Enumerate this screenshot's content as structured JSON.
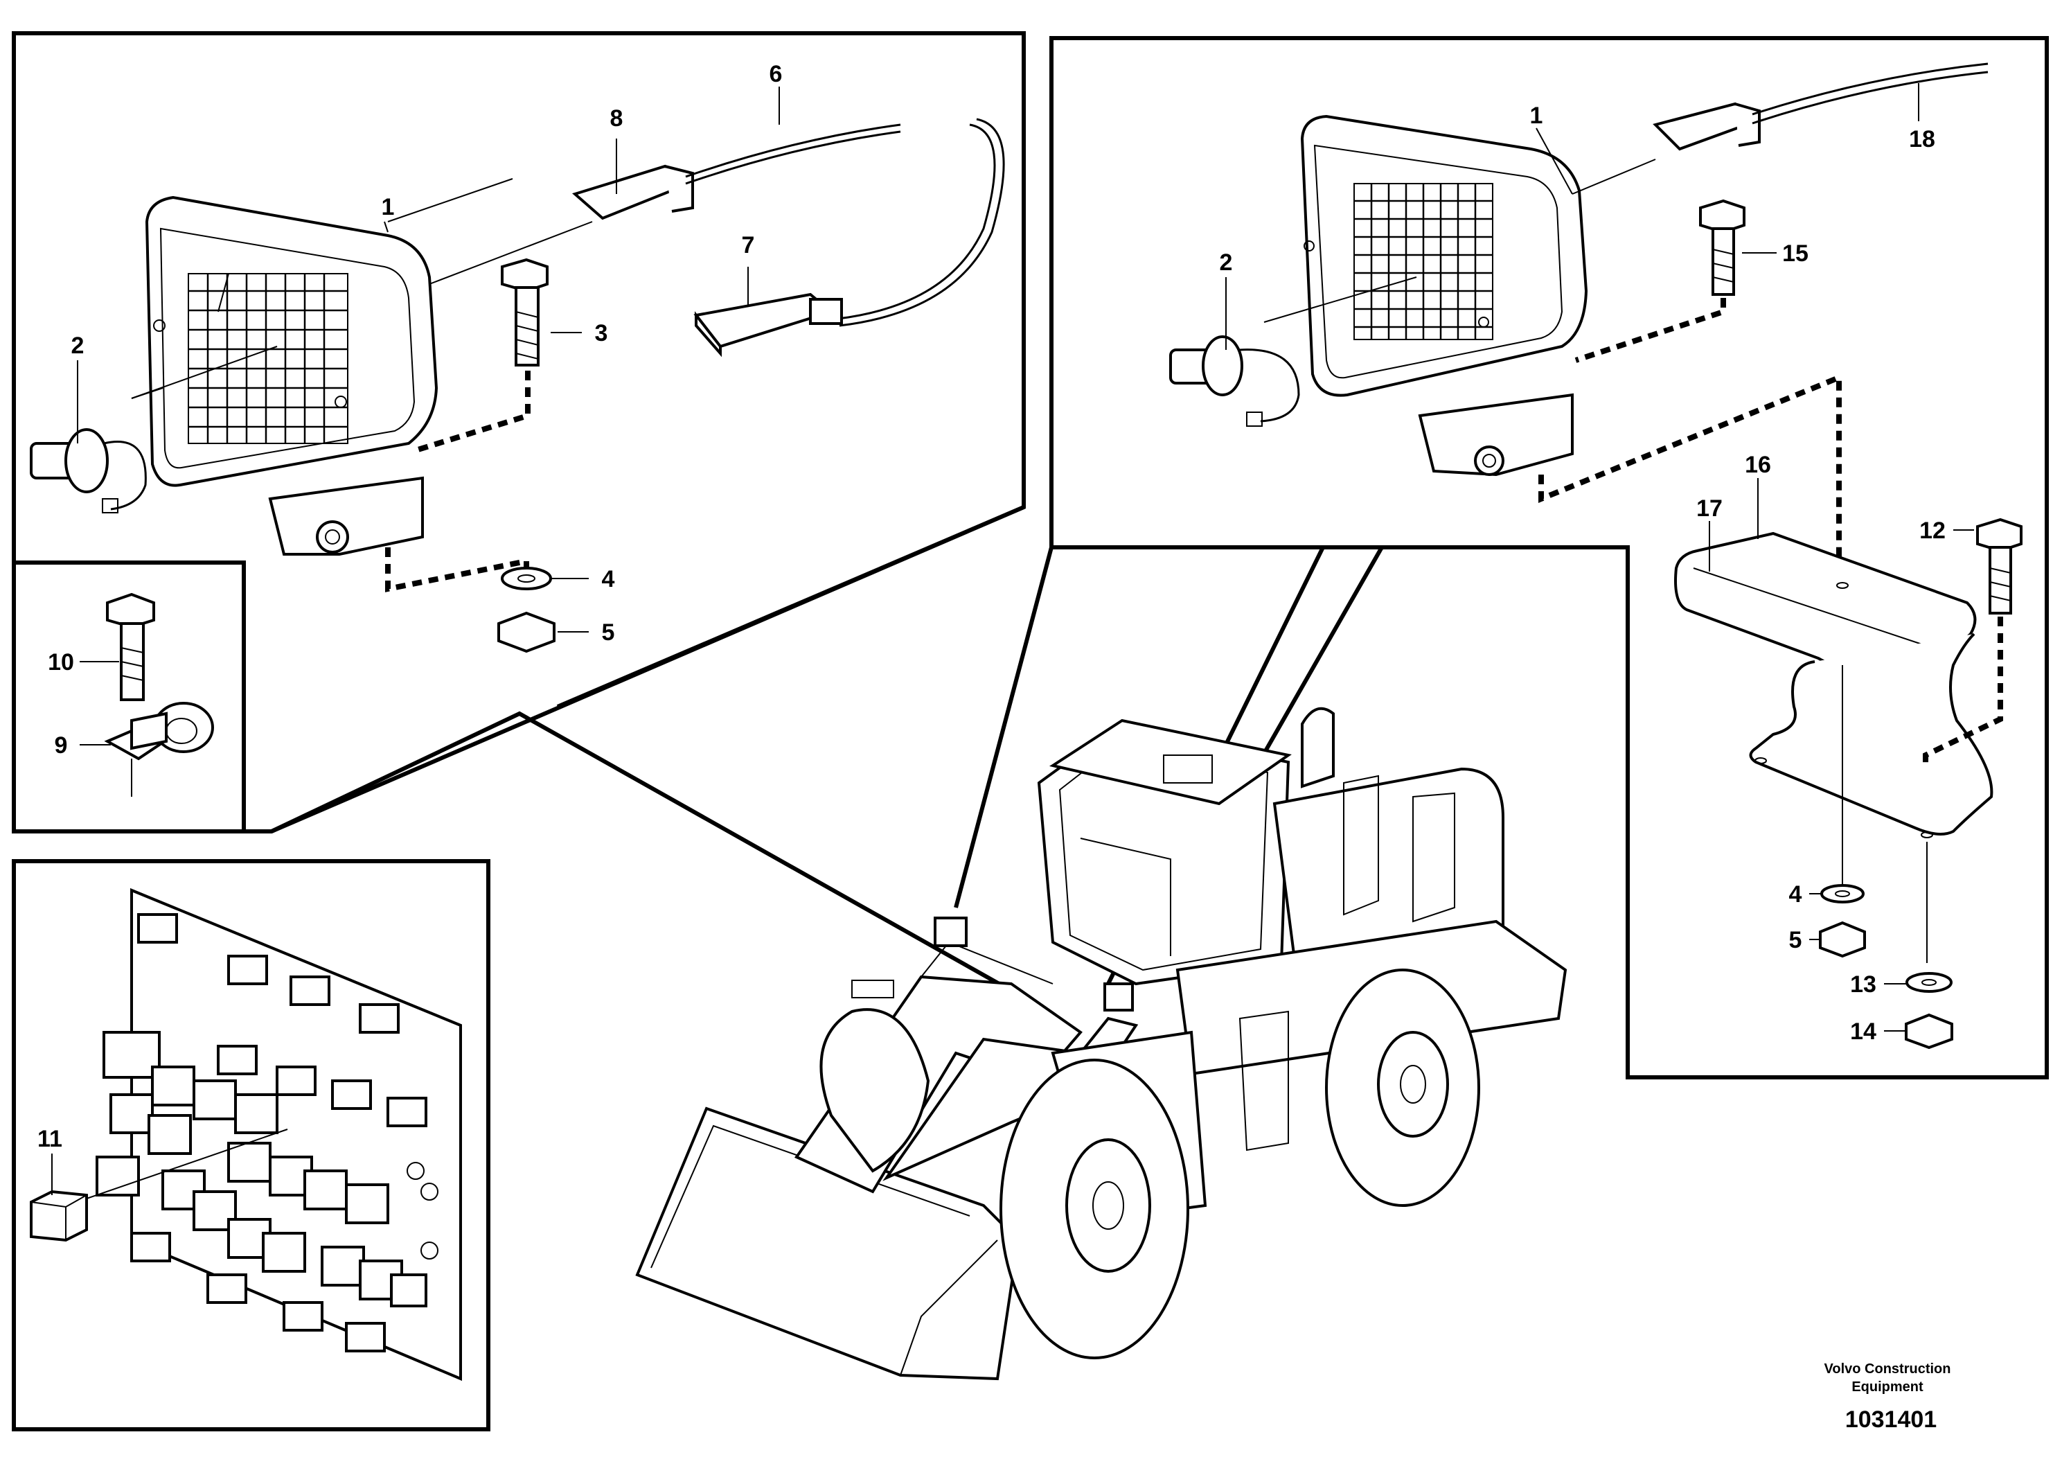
{
  "title_block": {
    "company_line1": "Volvo Construction",
    "company_line2": "Equipment",
    "drawing_number": "1031401"
  },
  "callouts": {
    "p1": "1",
    "p2": "2",
    "p3": "3",
    "p4": "4",
    "p5": "5",
    "p6": "6",
    "p7": "7",
    "p8": "8",
    "p9": "9",
    "p10": "10",
    "p11": "11",
    "p12": "12",
    "p13": "13",
    "p14": "14",
    "p15": "15",
    "p16": "16",
    "p17": "17",
    "p18": "18"
  }
}
